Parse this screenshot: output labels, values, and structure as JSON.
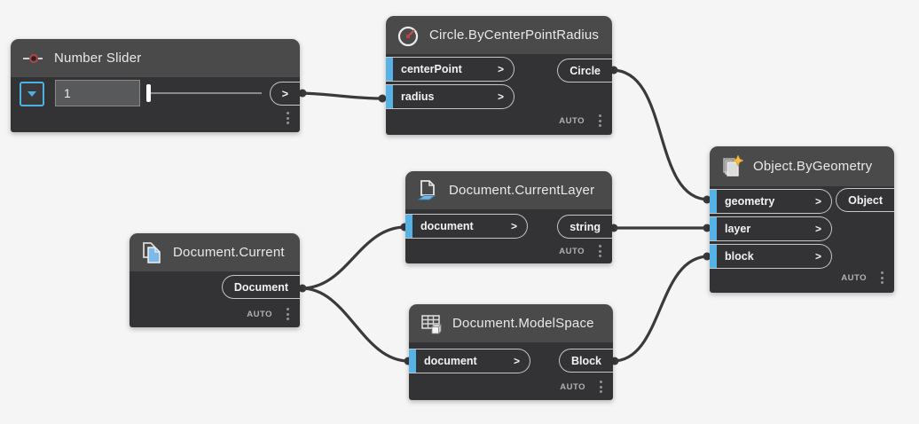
{
  "app": {
    "name": "Visual programming node graph"
  },
  "colors": {
    "background": "#f5f5f5",
    "node_header": "#4a4a4b",
    "node_body": "#333335",
    "accent_cyan": "#56b1e4",
    "wire": "#3a3a3a",
    "port_border": "#c6c6c6",
    "lacing_text": "#b2b2b2",
    "slider_dot_red": "#a34747",
    "circle_icon_red": "#c64848",
    "star_yellow": "#f0c143",
    "icon_blue": "#7cb9e8"
  },
  "nodes": {
    "number_slider": {
      "title": "Number Slider",
      "icon": "number-slider-icon",
      "value": "1",
      "output_label": ">"
    },
    "circle": {
      "title": "Circle.ByCenterPointRadius",
      "icon": "circle-radius-icon",
      "inputs": [
        {
          "label": "centerPoint",
          "chevron": ">"
        },
        {
          "label": "radius",
          "chevron": ">"
        }
      ],
      "output_label": "Circle",
      "lacing": "AUTO"
    },
    "current_layer": {
      "title": "Document.CurrentLayer",
      "icon": "document-layer-icon",
      "inputs": [
        {
          "label": "document",
          "chevron": ">"
        }
      ],
      "output_label": "string",
      "lacing": "AUTO"
    },
    "document_current": {
      "title": "Document.Current",
      "icon": "documents-icon",
      "output_label": "Document",
      "lacing": "AUTO"
    },
    "model_space": {
      "title": "Document.ModelSpace",
      "icon": "table-cube-icon",
      "inputs": [
        {
          "label": "document",
          "chevron": ">"
        }
      ],
      "output_label": "Block",
      "lacing": "AUTO"
    },
    "by_geometry": {
      "title": "Object.ByGeometry",
      "icon": "pages-star-icon",
      "inputs": [
        {
          "label": "geometry",
          "chevron": ">"
        },
        {
          "label": "layer",
          "chevron": ">"
        },
        {
          "label": "block",
          "chevron": ">"
        }
      ],
      "output_label": "Object",
      "lacing": "AUTO"
    }
  },
  "connections": [
    {
      "from": "Number Slider.>",
      "to": "Circle.ByCenterPointRadius.radius"
    },
    {
      "from": "Circle.ByCenterPointRadius.Circle",
      "to": "Object.ByGeometry.geometry"
    },
    {
      "from": "Document.Current.Document",
      "to": "Document.CurrentLayer.document"
    },
    {
      "from": "Document.Current.Document",
      "to": "Document.ModelSpace.document"
    },
    {
      "from": "Document.CurrentLayer.string",
      "to": "Object.ByGeometry.layer"
    },
    {
      "from": "Document.ModelSpace.Block",
      "to": "Object.ByGeometry.block"
    }
  ]
}
